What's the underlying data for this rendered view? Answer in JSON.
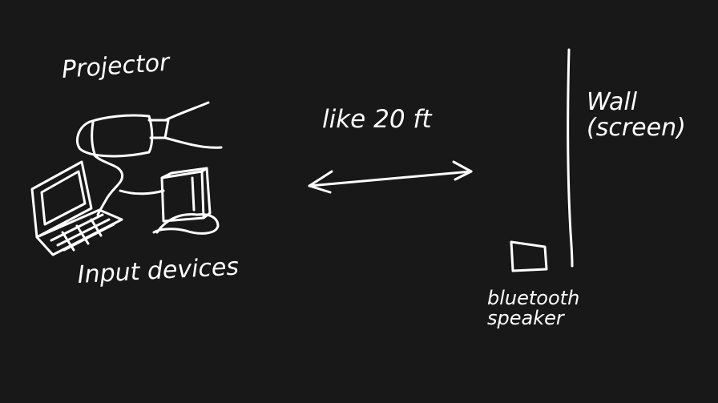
{
  "colors": {
    "background": "#181818",
    "ink": "#ffffff"
  },
  "labels": {
    "projector": "Projector",
    "distance": "like 20 ft",
    "wall_line1": "Wall",
    "wall_line2": "(screen)",
    "input_devices": "Input devices",
    "speaker_line1": "bluetooth",
    "speaker_line2": "speaker"
  },
  "icons": {
    "projector": "projector-icon",
    "laptop": "laptop-icon",
    "console": "game-console-icon",
    "speaker": "speaker-icon",
    "arrow": "double-arrow-icon",
    "wall": "wall-line-icon"
  }
}
